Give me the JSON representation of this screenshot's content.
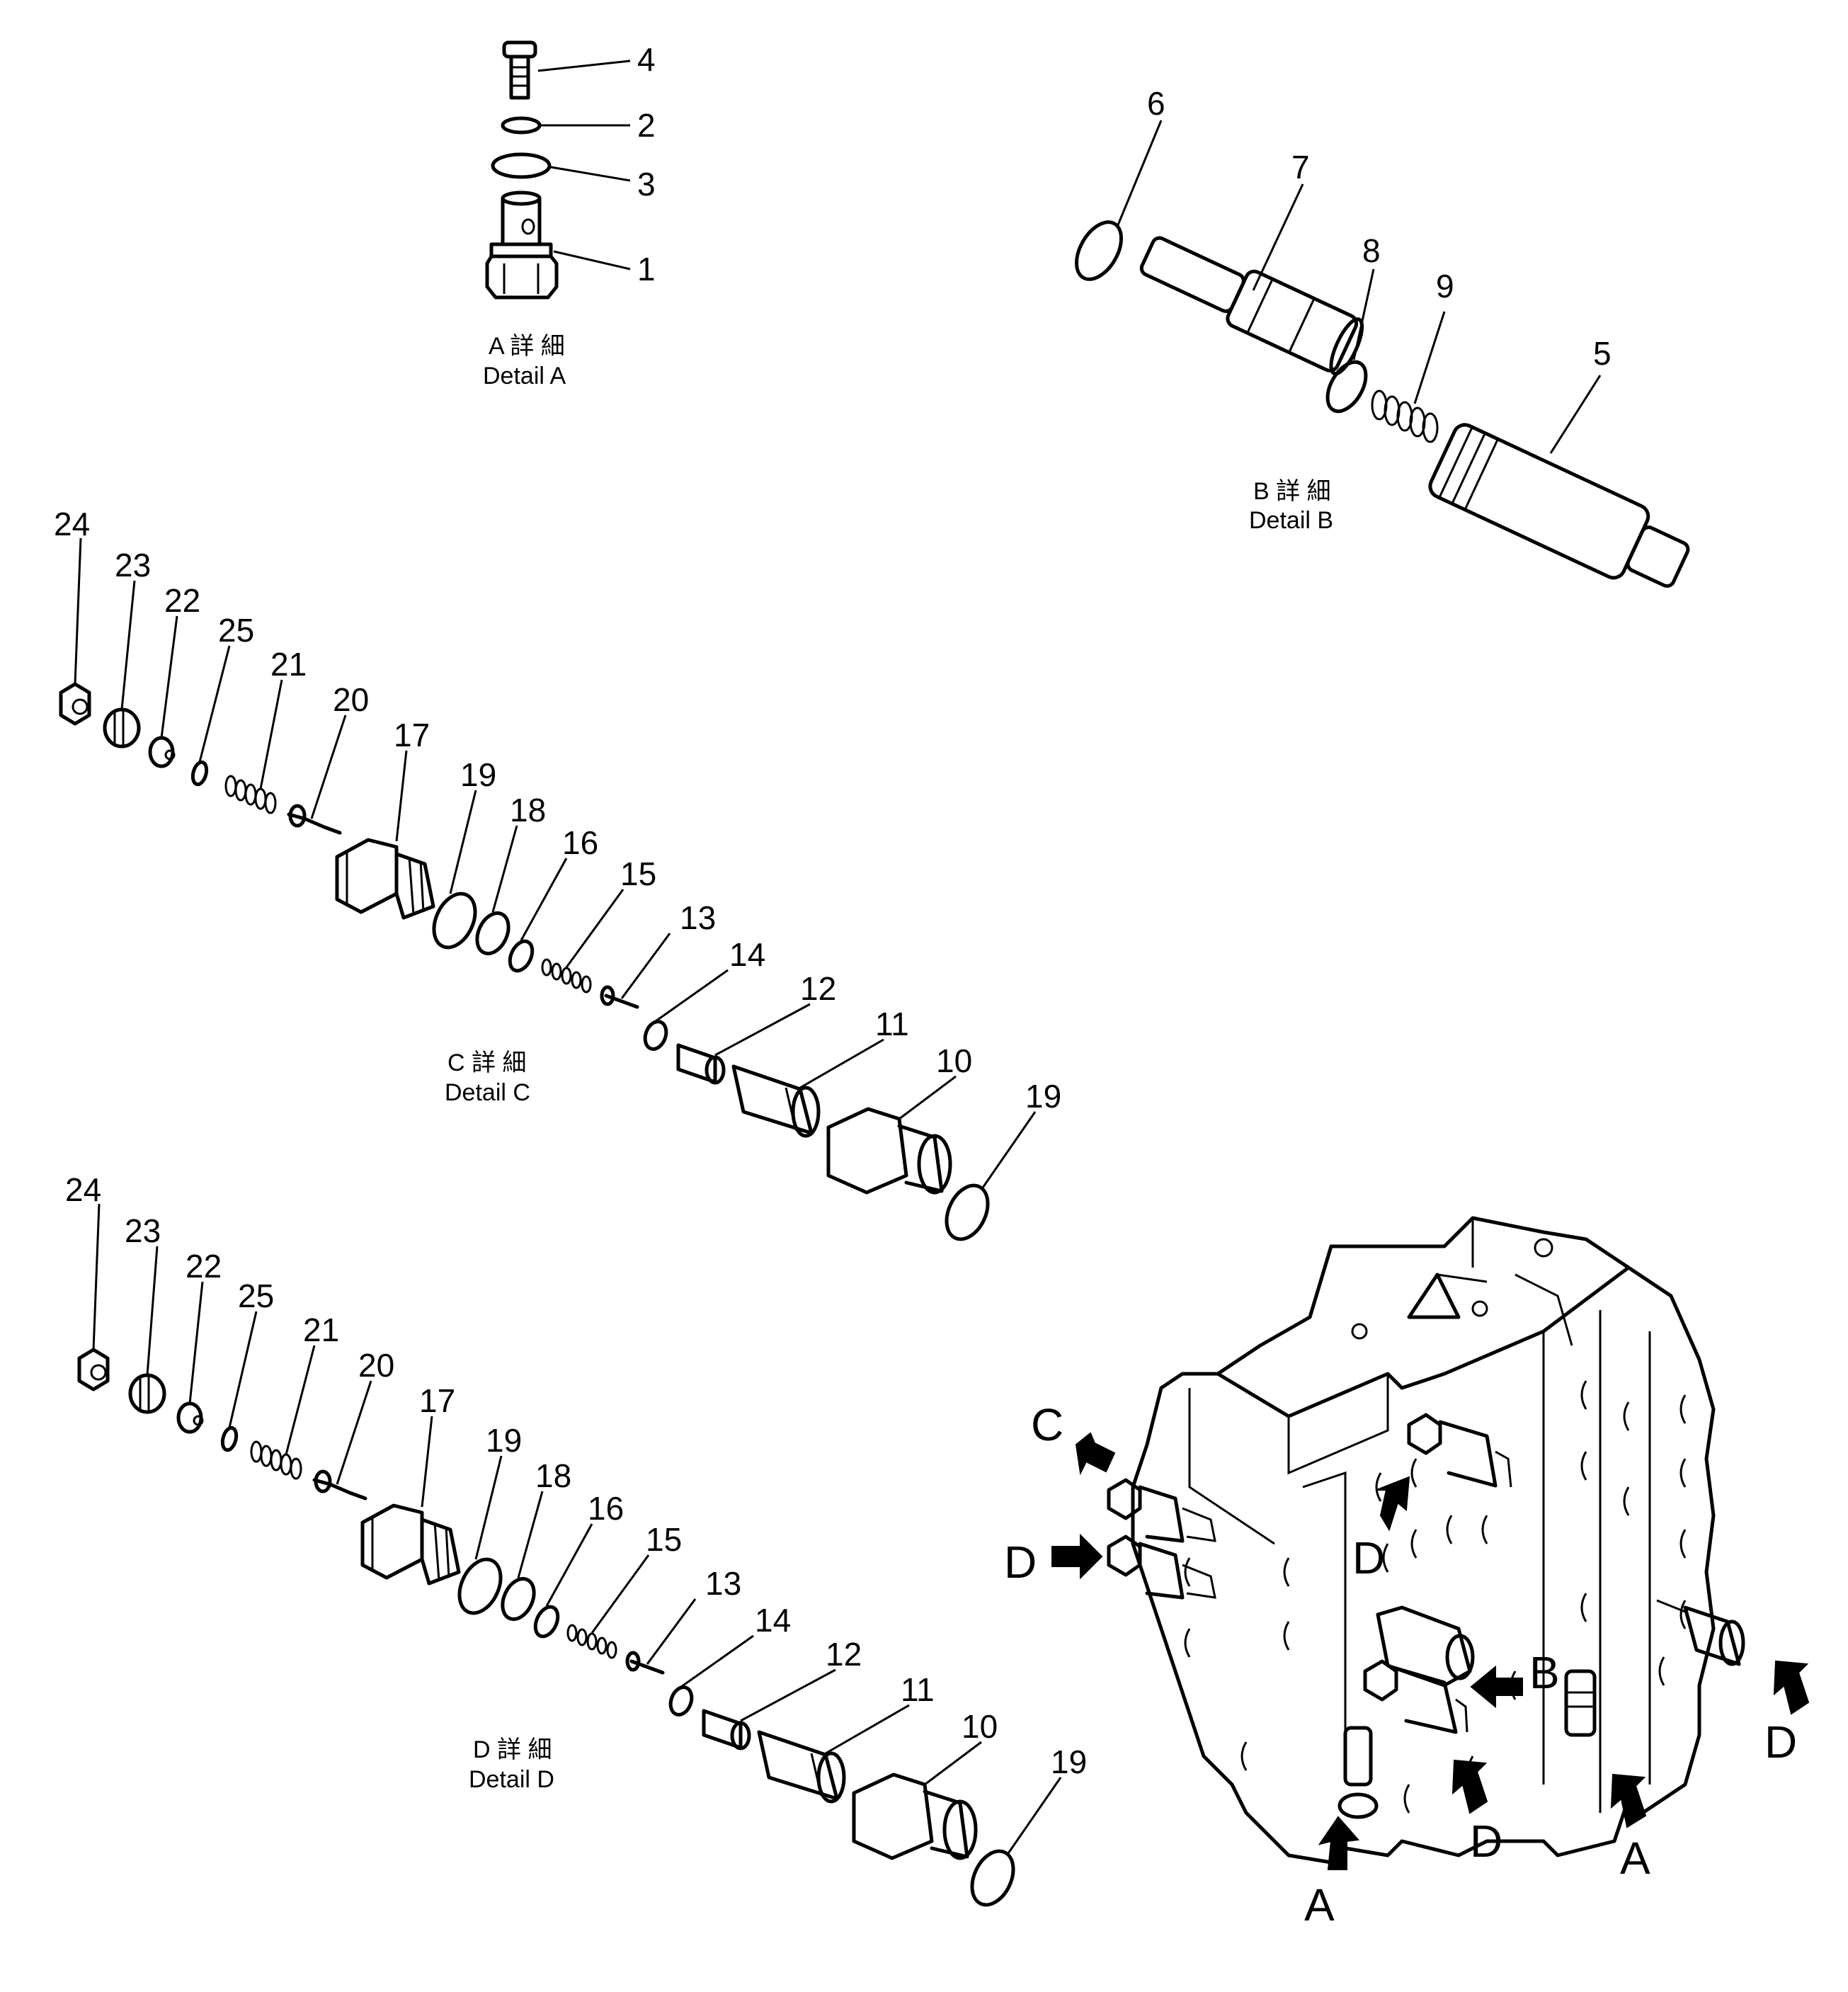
{
  "details": {
    "a": {
      "label_jp": "A 詳 細",
      "label_en": "Detail A"
    },
    "b": {
      "label_jp": "B 詳 細",
      "label_en": "Detail B"
    },
    "c": {
      "label_jp": "C 詳 細",
      "label_en": "Detail C"
    },
    "d": {
      "label_jp": "D 詳 細",
      "label_en": "Detail D"
    }
  },
  "callouts": {
    "a": [
      "4",
      "2",
      "3",
      "1"
    ],
    "b": [
      "6",
      "7",
      "8",
      "9",
      "5"
    ],
    "c": [
      "24",
      "23",
      "22",
      "25",
      "21",
      "20",
      "17",
      "19",
      "18",
      "16",
      "15",
      "13",
      "14",
      "12",
      "11",
      "10",
      "19"
    ],
    "d": [
      "24",
      "23",
      "22",
      "25",
      "21",
      "20",
      "17",
      "19",
      "18",
      "16",
      "15",
      "13",
      "14",
      "12",
      "11",
      "10",
      "19"
    ]
  },
  "view_markers": [
    "C",
    "D",
    "D",
    "B",
    "D",
    "D",
    "A",
    "A"
  ]
}
